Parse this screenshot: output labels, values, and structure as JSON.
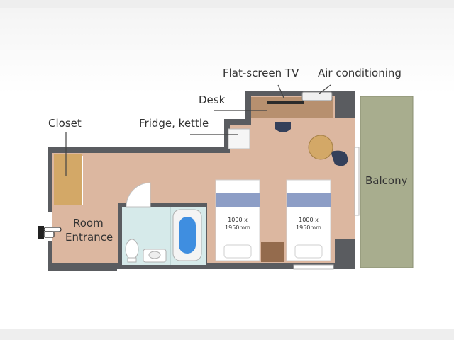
{
  "labels": {
    "tv": "Flat-screen TV",
    "air": "Air conditioning",
    "desk": "Desk",
    "fridge": "Fridge, kettle",
    "closet": "Closet",
    "balcony": "Balcony",
    "entrance_line1": "Room",
    "entrance_line2": "Entrance",
    "bed_size_line1": "1000 x",
    "bed_size_line2": "1950mm"
  },
  "colors": {
    "wall": "#5a5c60",
    "floor": "#dcb7a0",
    "bathroom": "#d6eaea",
    "bed_blanket": "#8d9ec6",
    "balcony": "#a8ad8e",
    "desk": "#b7906f",
    "chair": "#34405a",
    "table": "#d3a867",
    "bathwater": "#3f8ee0"
  },
  "icons": {
    "entrance": "pointing-hand-icon"
  }
}
